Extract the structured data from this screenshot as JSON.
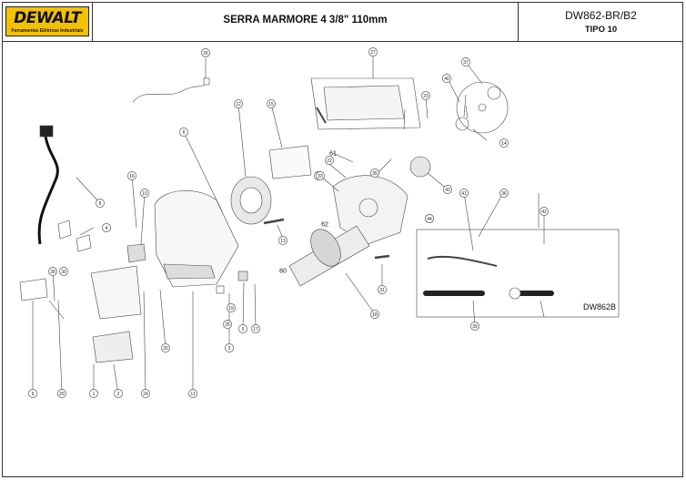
{
  "header": {
    "logo_text": "DEWALT",
    "logo_subtitle": "Ferramentas Elétricas Industriais",
    "title": "SERRA MARMORE 4 3/8\" 110mm",
    "model": "DW862-BR/B2",
    "tipo": "TIPO 10"
  },
  "diagram": {
    "callouts": [
      "1",
      "2",
      "3",
      "4",
      "5",
      "6",
      "8",
      "9",
      "10",
      "11",
      "12",
      "13",
      "14",
      "15",
      "16",
      "17",
      "18",
      "19",
      "20",
      "21",
      "22",
      "23",
      "24",
      "25",
      "26",
      "27",
      "28",
      "29",
      "30",
      "31",
      "32",
      "33",
      "35",
      "36",
      "37",
      "39",
      "40",
      "41",
      "42",
      "43",
      "44",
      "60",
      "61",
      "62"
    ],
    "inset_label": "DW862B"
  }
}
